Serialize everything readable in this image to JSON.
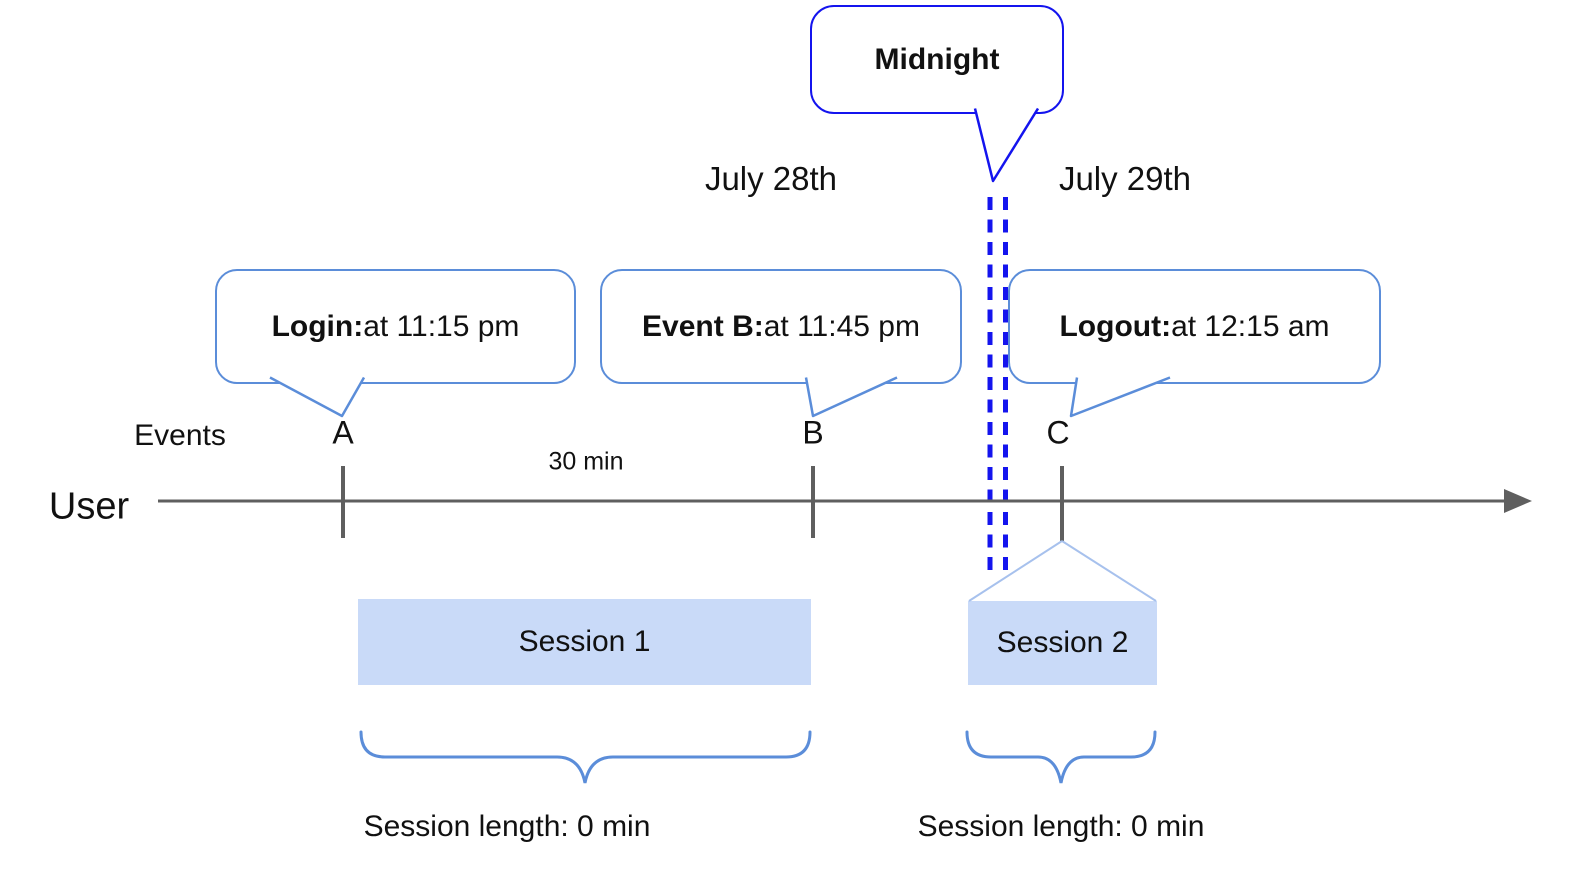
{
  "diagram": {
    "midnight_callout": "Midnight",
    "dates": {
      "left": "July 28th",
      "right": "July 29th"
    },
    "axis": {
      "events_label": "Events",
      "user_label": "User",
      "interval_label": "30 min"
    },
    "events": [
      {
        "id": "A",
        "callout_bold": "Login:",
        "callout_rest": " at 11:15 pm"
      },
      {
        "id": "B",
        "callout_bold": "Event B:",
        "callout_rest": " at 11:45 pm"
      },
      {
        "id": "C",
        "callout_bold": "Logout:",
        "callout_rest": " at 12:15 am"
      }
    ],
    "sessions": [
      {
        "name": "Session 1",
        "length_label": "Session length: 0 min"
      },
      {
        "name": "Session 2",
        "length_label": "Session length: 0 min"
      }
    ],
    "colors": {
      "accent_blue": "#1414ee",
      "callout_border_blue": "#5b8dd9",
      "session_fill": "#c9daf8",
      "roof_line": "#a7c1ed",
      "timeline_gray": "#5f5f5f"
    }
  }
}
